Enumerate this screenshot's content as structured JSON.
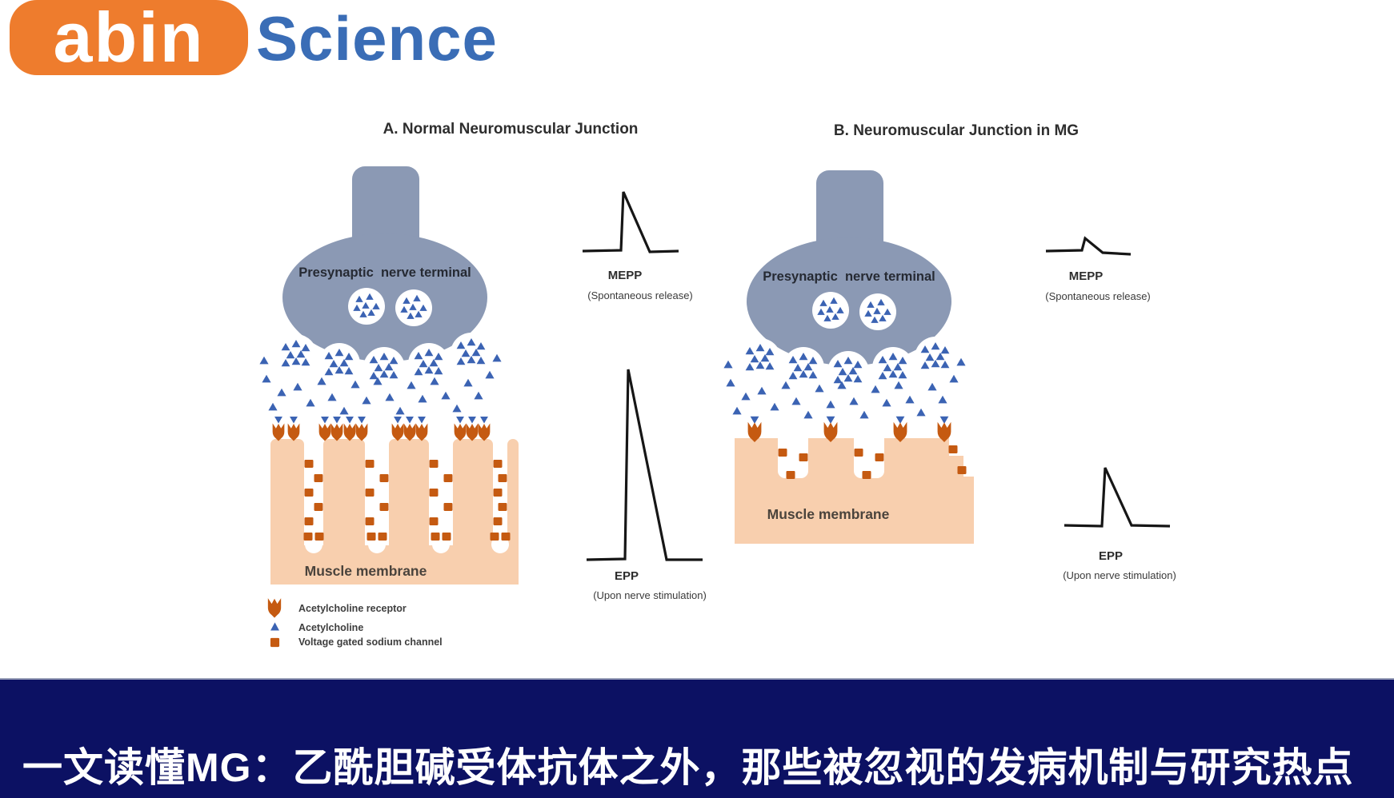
{
  "logo": {
    "badge_text": "abin",
    "suffix_text": "Science"
  },
  "figure": {
    "panels": [
      {
        "title": "A. Normal Neuromuscular Junction",
        "terminal_label": "Presynaptic  nerve terminal",
        "membrane_label": "Muscle membrane",
        "mepp_label": "MEPP",
        "mepp_sublabel": "(Spontaneous release)",
        "epp_label": "EPP",
        "epp_sublabel": "(Upon nerve stimulation)"
      },
      {
        "title": "B. Neuromuscular Junction in MG",
        "terminal_label": "Presynaptic  nerve terminal",
        "membrane_label": "Muscle membrane",
        "mepp_label": "MEPP",
        "mepp_sublabel": "(Spontaneous release)",
        "epp_label": "EPP",
        "epp_sublabel": "(Upon nerve stimulation)"
      }
    ],
    "legend": [
      {
        "symbol": "acetylcholine-receptor",
        "label": "Acetylcholine receptor"
      },
      {
        "symbol": "acetylcholine",
        "label": "Acetylcholine"
      },
      {
        "symbol": "voltage-gated-sodium-channel",
        "label": "Voltage gated sodium channel"
      }
    ]
  },
  "banner": {
    "text": "一文读懂MG：乙酰胆碱受体抗体之外，那些被忽视的发病机制与研究热点"
  },
  "colors": {
    "logo_orange": "#ee7c2d",
    "logo_blue": "#3a6db6",
    "terminal_gray_blue": "#8b99b4",
    "acetylcholine_blue": "#3b63b3",
    "membrane_peach": "#f8cfae",
    "receptor_orange": "#c55a11",
    "trace_black": "#161616",
    "banner_navy": "#0c1163",
    "banner_text": "#ffffff"
  }
}
